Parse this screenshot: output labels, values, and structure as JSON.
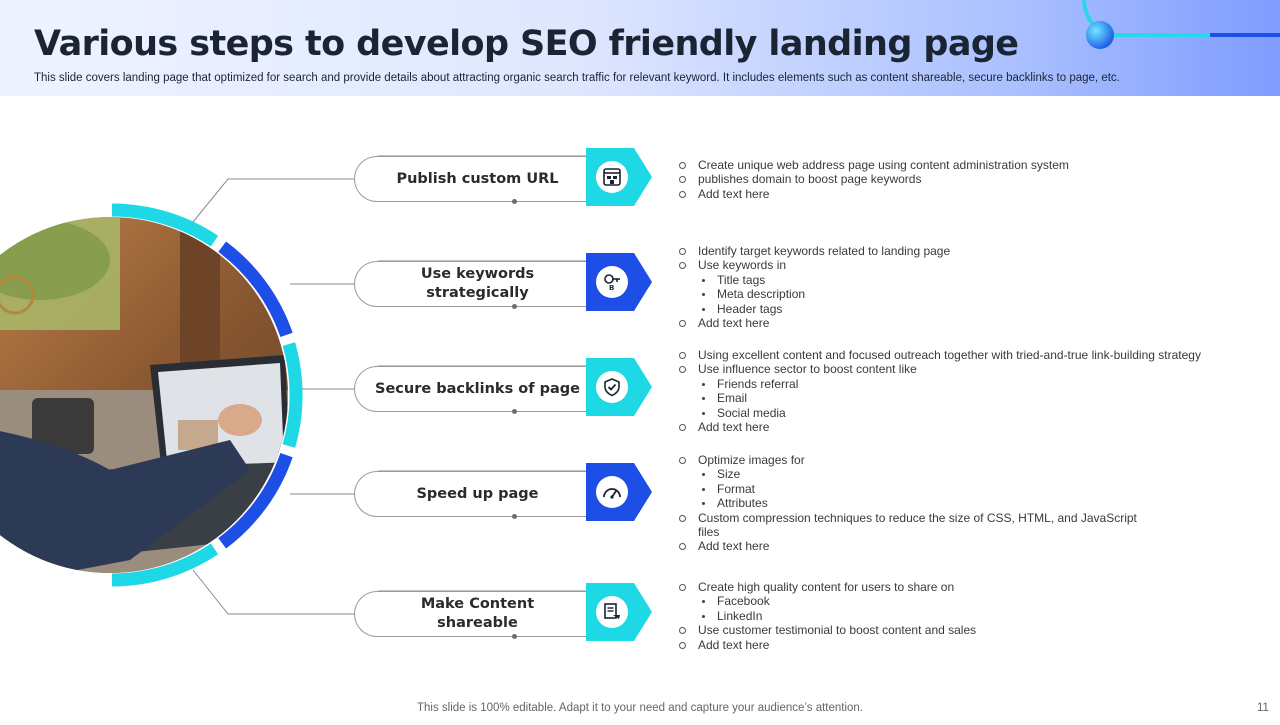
{
  "title": "Various steps to develop SEO friendly landing page",
  "subtitle": "This slide covers landing page that optimized for search and provide details about attracting organic search traffic for relevant keyword. It includes elements such as content shareable, secure backlinks to page, etc.",
  "colors": {
    "cyan": "#1fd8e6",
    "blue": "#1d4ee6"
  },
  "steps": [
    {
      "label": "Publish custom URL",
      "icon": "browser-window-icon",
      "color": "cyan",
      "bullets": [
        {
          "level": 1,
          "text": "Create unique web address page using content administration system"
        },
        {
          "level": 1,
          "text": "publishes domain to boost page keywords"
        },
        {
          "level": 1,
          "text": "Add text here"
        }
      ]
    },
    {
      "label": "Use keywords strategically",
      "icon": "keyword-key-icon",
      "color": "blue",
      "bullets": [
        {
          "level": 1,
          "text": "Identify target keywords related to landing page"
        },
        {
          "level": 1,
          "text": "Use keywords in"
        },
        {
          "level": 2,
          "text": "Title tags"
        },
        {
          "level": 2,
          "text": "Meta description"
        },
        {
          "level": 2,
          "text": "Header tags"
        },
        {
          "level": 1,
          "text": "Add text here"
        }
      ]
    },
    {
      "label": "Secure backlinks of page",
      "icon": "shield-check-icon",
      "color": "cyan",
      "bullets": [
        {
          "level": 1,
          "text": "Using excellent content and focused outreach together with tried-and-true link-building strategy"
        },
        {
          "level": 1,
          "text": "Use influence sector to boost content like"
        },
        {
          "level": 2,
          "text": "Friends referral"
        },
        {
          "level": 2,
          "text": "Email"
        },
        {
          "level": 2,
          "text": "Social media"
        },
        {
          "level": 1,
          "text": "Add text here"
        }
      ]
    },
    {
      "label": "Speed up page",
      "icon": "speedometer-icon",
      "color": "blue",
      "bullets": [
        {
          "level": 1,
          "text": "Optimize images for"
        },
        {
          "level": 2,
          "text": "Size"
        },
        {
          "level": 2,
          "text": "Format"
        },
        {
          "level": 2,
          "text": "Attributes"
        },
        {
          "level": 1,
          "text": "Custom compression techniques to reduce the size of CSS, HTML, and JavaScript files"
        },
        {
          "level": 1,
          "text": "Add text here"
        }
      ]
    },
    {
      "label": "Make Content shareable",
      "icon": "share-document-icon",
      "color": "cyan",
      "bullets": [
        {
          "level": 1,
          "text": "Create high quality content for users to share on"
        },
        {
          "level": 2,
          "text": "Facebook"
        },
        {
          "level": 2,
          "text": "LinkedIn"
        },
        {
          "level": 1,
          "text": "Use customer testimonial to boost content and sales"
        },
        {
          "level": 1,
          "text": "Add text here"
        }
      ]
    }
  ],
  "footer": "This slide is 100% editable. Adapt it to your need and capture your audience’s attention.",
  "page_number": "11"
}
